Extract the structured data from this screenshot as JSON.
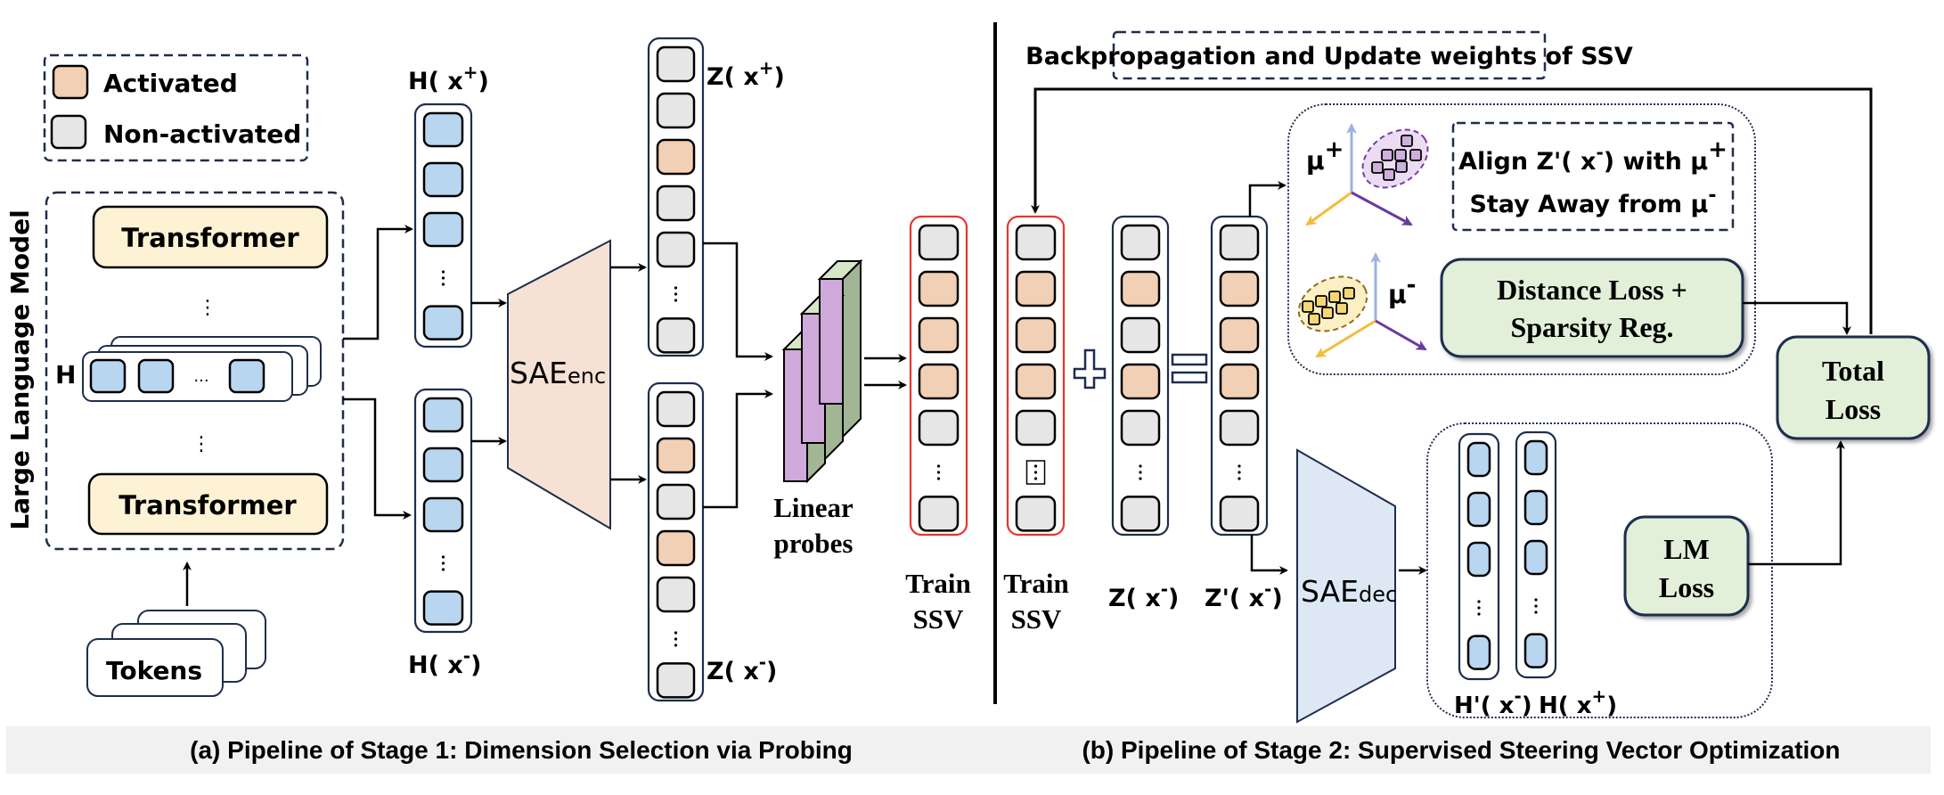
{
  "legend": {
    "activated_label": "Activated",
    "non_activated_label": "Non-activated"
  },
  "colors": {
    "activated": "#f2d0b5",
    "non_activated": "#e6e6e6",
    "hidden_state": "#b9d6f0",
    "transformer": "#fdf2d3",
    "sae_enc": "#f6e2d5",
    "sae_dec": "#dde8f4",
    "loss_box": "#e2efd9",
    "probe_front": "#cfa9d9",
    "probe_side": "#a2b594",
    "probe_top": "#d6e6c8",
    "ssv_border": "#e8352b",
    "frame": "#1f2d4d",
    "caption_band": "#f1f1f1",
    "axis_up": "#9cb3e0",
    "axis_left": "#f2bd3c",
    "axis_right": "#6a3aa0",
    "cluster_pos": "#cdb0dc",
    "cluster_neg": "#f7d773"
  },
  "stage1": {
    "llm_label": "Large Language Model",
    "transformer_top": "Transformer",
    "transformer_bottom": "Transformer",
    "h_label": "H",
    "h_ellipsis": "...",
    "layer_ellipsis": "⋮",
    "tokens_label": "Tokens",
    "h_pos_label": "H( x",
    "h_pos_sup": "+",
    "h_neg_label": "H( x",
    "h_neg_sup": "-",
    "sae_enc_main": "SAE",
    "sae_enc_sub": "enc",
    "z_pos_label": "Z( x",
    "z_pos_sup": "+",
    "z_neg_label": "Z( x",
    "z_neg_sup": "-",
    "probes_label_1": "Linear",
    "probes_label_2": "probes",
    "train_ssv_1": "Train",
    "train_ssv_2": "SSV",
    "h_pos_cells": [
      "h",
      "h",
      "h",
      "...",
      "h"
    ],
    "h_neg_cells": [
      "h",
      "h",
      "h",
      "...",
      "h"
    ],
    "z_pos_cells": [
      "n",
      "n",
      "a",
      "n",
      "n",
      "...",
      "n"
    ],
    "z_neg_cells": [
      "n",
      "a",
      "n",
      "a",
      "n",
      "...",
      "n"
    ],
    "ssv_cells": [
      "n",
      "a",
      "a",
      "a",
      "n",
      "...",
      "n"
    ],
    "caption": "(a) Pipeline of Stage 1: Dimension Selection via Probing"
  },
  "stage2": {
    "backprop_label": "Backpropagation and Update weights of SSV",
    "train_ssv_1": "Train",
    "train_ssv_2": "SSV",
    "plus_symbol": "+",
    "equals_symbol": "=",
    "z_neg_label": "Z( x",
    "z_neg_sup": "-",
    "z_prime_label": "Z'( x",
    "z_prime_sup": "-",
    "ssv_cells": [
      "n",
      "a",
      "a",
      "a",
      "n",
      "box",
      "n"
    ],
    "z_neg_cells": [
      "n",
      "a",
      "n",
      "a",
      "n",
      "...",
      "n"
    ],
    "z_prime_cells": [
      "n",
      "a",
      "a",
      "a",
      "n",
      "...",
      "n"
    ],
    "mu_pos": "μ",
    "mu_pos_sup": "+",
    "mu_neg": "μ",
    "mu_neg_sup": "-",
    "align_line_1": "Align Z'( x",
    "align_line_1_sup": "-",
    "align_line_1_rest": ") with μ",
    "align_line_1_sup2": "+",
    "align_line_2": "Stay Away from μ",
    "align_line_2_sup": "-",
    "distance_loss_1": "Distance Loss +",
    "distance_loss_2": "Sparsity Reg.",
    "total_loss_1": "Total",
    "total_loss_2": "Loss",
    "lm_loss_1": "LM",
    "lm_loss_2": "Loss",
    "sae_dec_main": "SAE",
    "sae_dec_sub": "dec",
    "h_prime_label": "H'( x",
    "h_prime_sup": "-",
    "h_pos_label": "H( x",
    "h_pos_sup": "+",
    "h_prime_cells": [
      "h",
      "h",
      "h",
      "...",
      "h"
    ],
    "h_pos_cells": [
      "h",
      "h",
      "h",
      "...",
      "h"
    ],
    "caption": "(b) Pipeline of Stage 2: Supervised Steering Vector Optimization"
  }
}
